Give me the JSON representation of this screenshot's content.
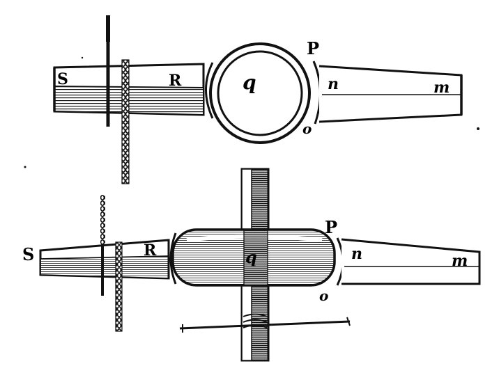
{
  "figure": {
    "upper": {
      "labels": {
        "s": "S",
        "r": "R",
        "q": "q",
        "p": "P",
        "n": "n",
        "m": "m",
        "o": "o"
      }
    },
    "lower": {
      "labels": {
        "s": "S",
        "r": "R",
        "q": "q",
        "p": "P",
        "n": "n",
        "m": "m",
        "o": "o"
      }
    }
  },
  "colors": {
    "ink": "#111111",
    "paper": "#ffffff"
  }
}
